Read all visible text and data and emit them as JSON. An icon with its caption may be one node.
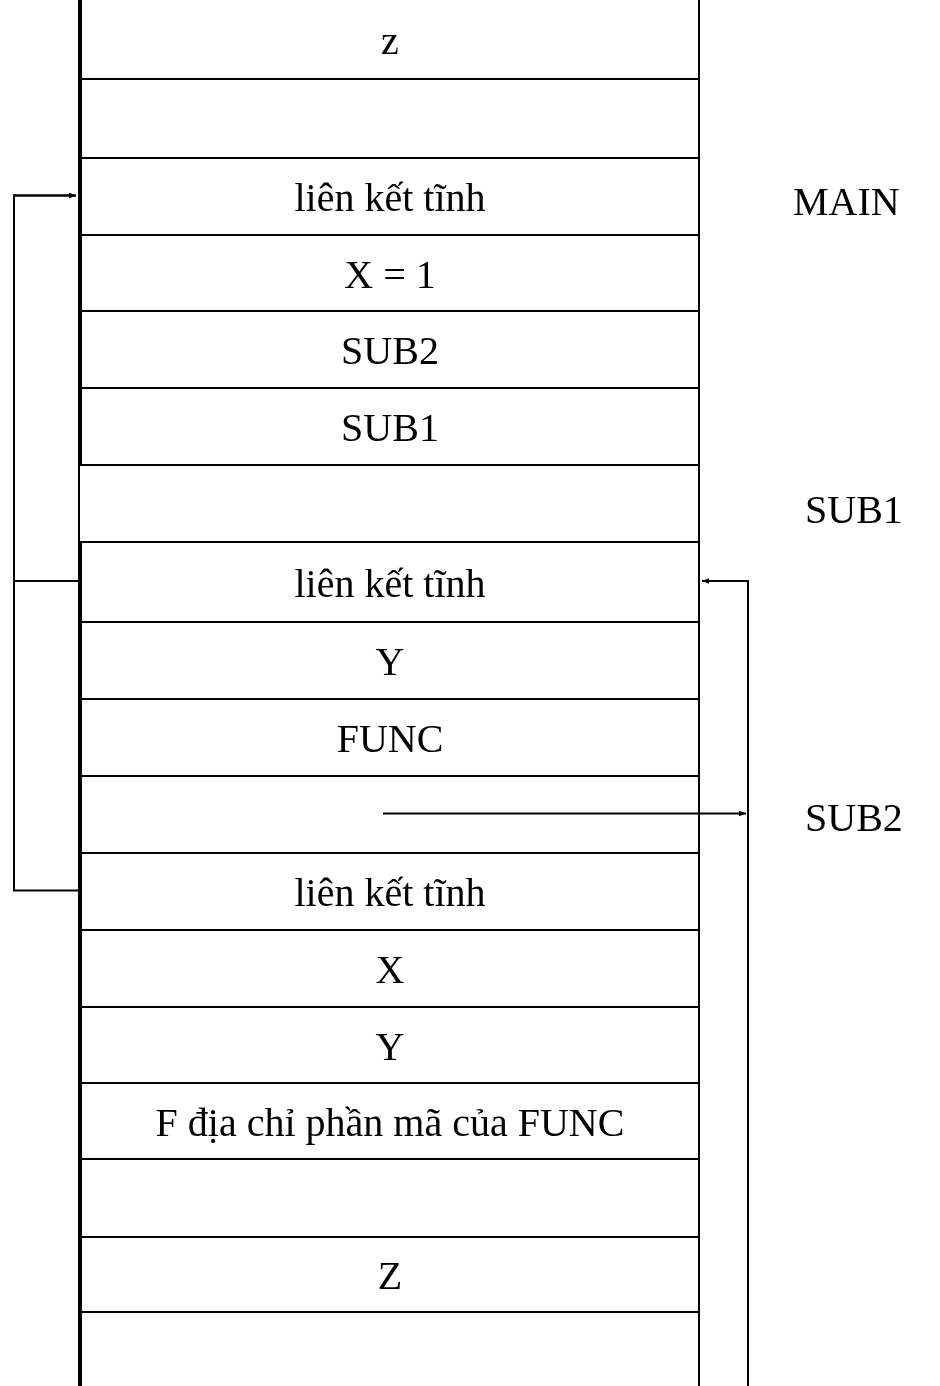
{
  "diagram": {
    "nodes": [
      {
        "text": [
          "z"
        ]
      },
      {
        "text": [],
        "shape": "box"
      },
      {
        "text": [
          "liên kết tĩnh"
        ]
      },
      {
        "text": [
          "X = 1"
        ]
      },
      {
        "text": [
          "SUB2"
        ]
      },
      {
        "text": [
          "SUB1"
        ]
      },
      {
        "text": [],
        "shape": "box"
      },
      {
        "text": [
          "liên kết tĩnh"
        ]
      },
      {
        "text": [
          "Y"
        ]
      },
      {
        "text": [
          "FUNC"
        ]
      },
      {
        "text": [],
        "shape": "box"
      },
      {
        "text": [
          "liên kết tĩnh"
        ]
      },
      {
        "text": [
          "X"
        ]
      },
      {
        "text": [
          "Y"
        ]
      },
      {
        "text": [
          "F địa chỉ phần mã của FUNC"
        ]
      },
      {
        "text": [],
        "shape": "box"
      },
      {
        "text": [
          "Z"
        ]
      },
      {
        "text": [],
        "shape": "box"
      }
    ],
    "edges": [
      {
        "from": 7,
        "to": 2,
        "arrow": "to"
      },
      {
        "from": 11,
        "to": 2,
        "arrow": "to"
      },
      {
        "from": 10,
        "to": null,
        "arrow": "to"
      },
      {
        "from": null,
        "to": 7,
        "arrow": "to"
      }
    ],
    "labels": [
      "MAIN",
      "SUB1",
      "SUB2"
    ]
  }
}
